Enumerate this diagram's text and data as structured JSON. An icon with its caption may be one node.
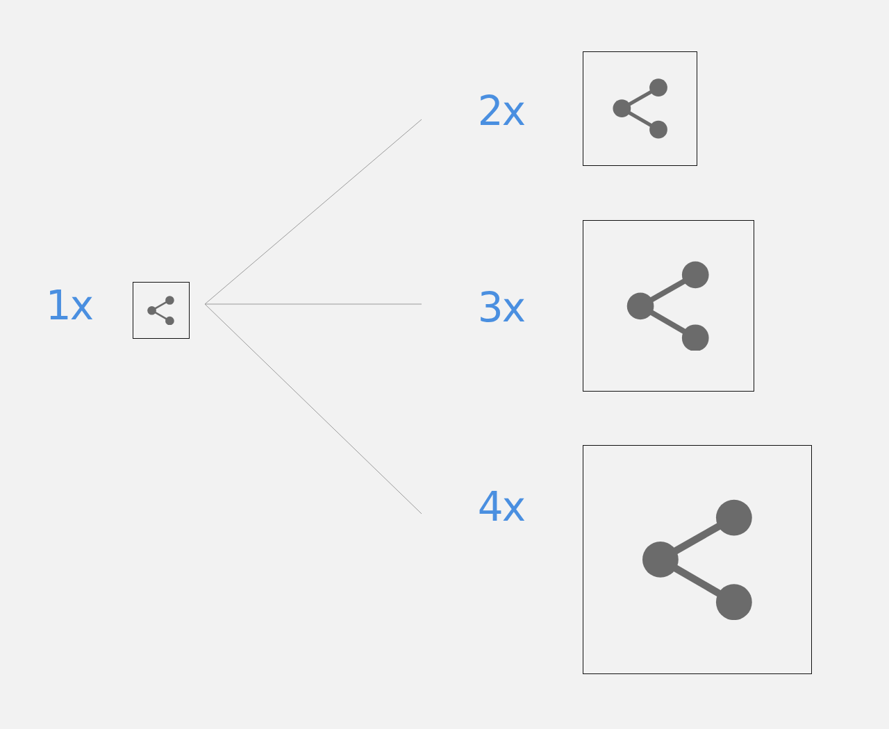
{
  "diagram": {
    "nodes": [
      {
        "text": [
          "1x"
        ]
      },
      {
        "text": [],
        "shape": "picture"
      },
      {
        "text": [
          "2x"
        ]
      },
      {
        "text": [],
        "shape": "picture"
      },
      {
        "text": [
          "3x"
        ]
      },
      {
        "text": [],
        "shape": "picture"
      },
      {
        "text": [
          "4x"
        ]
      },
      {
        "text": [],
        "shape": "picture"
      }
    ],
    "edges": [
      {
        "from": 1,
        "to": 2,
        "arrow": "none"
      },
      {
        "from": 1,
        "to": 4,
        "arrow": "none"
      },
      {
        "from": 1,
        "to": 6,
        "arrow": "none"
      }
    ]
  }
}
